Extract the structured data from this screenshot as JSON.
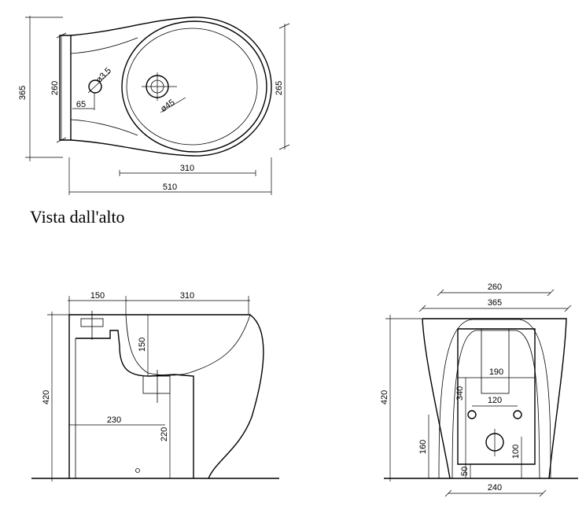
{
  "top_view": {
    "caption": "Vista dall'alto",
    "dim_total_depth": "365",
    "dim_inner_depth": "260",
    "dim_offset": "65",
    "dim_hole_small": "ø3.5",
    "dim_hole_drain": "ø45",
    "dim_bowl_width": "265",
    "dim_bowl_length": "310",
    "dim_total_length": "510"
  },
  "side_view": {
    "dim_back_width": "150",
    "dim_bowl_length": "310",
    "dim_total_height": "420",
    "dim_drain_depth": "150",
    "dim_drain_offset": "230",
    "dim_drain_height": "220"
  },
  "rear_view": {
    "dim_inner_width": "260",
    "dim_total_width": "365",
    "dim_total_height": "420",
    "dim_outlet_width": "190",
    "dim_bracket_height": "340",
    "dim_fixing_spacing": "120",
    "dim_fixing_height": "160",
    "dim_outlet_height": "100",
    "dim_base_height": "50",
    "dim_base_width": "240"
  }
}
